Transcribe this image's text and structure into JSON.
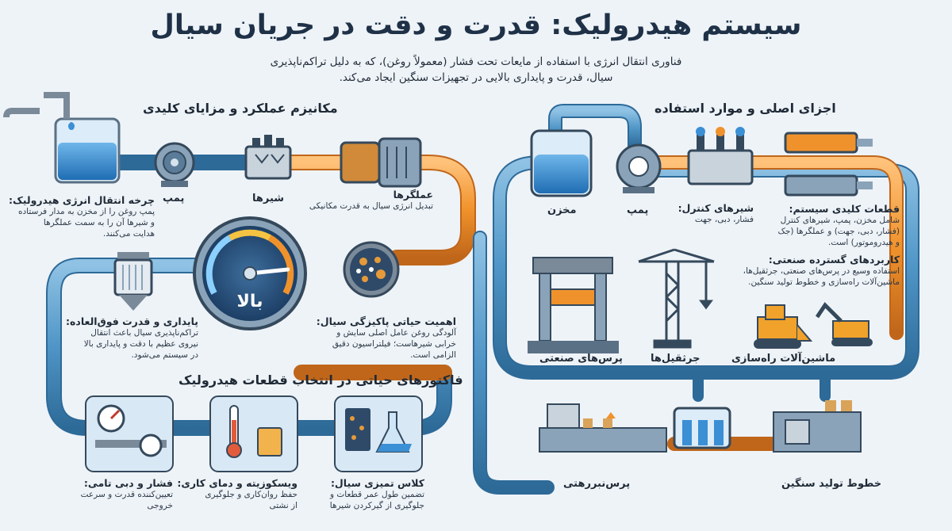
{
  "title": "سیستم هیدرولیک: قدرت و دقت در جریان سیال",
  "subtitle": {
    "line1": "فناوری انتقال انرژی با استفاده از مایعات تحت فشار (معمولاً روغن)، که به دلیل تراکم‌ناپذیری",
    "line2": "سیال، قدرت و پایداری بالایی در تجهیزات سنگین ایجاد می‌کند."
  },
  "sections": {
    "mechanism": "مکانیزم عملکرد و مزایای کلیدی",
    "components": "اجزای اصلی و موارد استفاده",
    "factors": "فاکتورهای حیاتی در انتخاب قطعات هیدرولیک"
  },
  "left_chain": {
    "pump": "پمپ",
    "valves": "شیرها",
    "actuators": {
      "title": "عملگرها",
      "desc": "تبدیل انرژی سیال به قدرت مکانیکی"
    }
  },
  "cycle": {
    "title": "چرخه انتقال انرژی هیدرولیک:",
    "lines": [
      "پمپ روغن را از مخزن به مدار فرستاده",
      "و شیرها آن را به سمت عملگرها",
      "هدایت می‌کنند."
    ]
  },
  "gauge": {
    "text": "بالا",
    "level": 0.85
  },
  "stability": {
    "title": "پایداری و قدرت فوق‌العاده:",
    "lines": [
      "تراکم‌ناپذیری سیال باعث انتقال",
      "نیروی عظیم با دقت و پایداری بالا",
      "در سیستم می‌شود."
    ]
  },
  "cleanliness": {
    "title": "اهمیت حیاتی پاکیزگی سیال:",
    "lines": [
      "آلودگی روغن عامل اصلی سایش و",
      "خرابی شیرهاست؛ فیلتراسیون دقیق",
      "الزامی است."
    ]
  },
  "factors": [
    {
      "title": "فشار و دبی تامی:",
      "lines": [
        "تعیین‌کننده قدرت و سرعت",
        "خروجی"
      ]
    },
    {
      "title": "ویسکوزیته و دمای کاری:",
      "lines": [
        "حفظ روان‌کاری و جلوگیری",
        "از نشتی"
      ]
    },
    {
      "title": "کلاس تمیزی سیال:",
      "lines": [
        "تضمین طول عمر قطعات و",
        "جلوگیری از گیرکردن شیرها"
      ]
    }
  ],
  "right_chain": {
    "tank": "مخزن",
    "pump": "پمپ",
    "control_valves": {
      "title": "شیرهای کنترل:",
      "desc": "فشار، دبی، جهت"
    }
  },
  "key_parts": {
    "title": "قطعات کلیدی سیستم:",
    "lines": [
      "شامل مخزن، پمپ، شیرهای کنترل",
      "(فشار، دبی، جهت) و عملگرها (جک",
      "و هیدروموتور) است."
    ]
  },
  "industrial": {
    "title": "کاربردهای گسترده صنعتی:",
    "lines": [
      "استفاده وسیع در پرس‌های صنعتی، جرثقیل‌ها،",
      "ماشین‌آلات راه‌سازی و خطوط تولید سنگین."
    ]
  },
  "applications": {
    "presses": "پرس‌های صنعتی",
    "cranes": "جرثقیل‌ها",
    "road": "ماشین‌آلات راه‌سازی",
    "press_line": "پرس‌نبررهتی",
    "heavy": "خطوط تولید سنگین"
  },
  "colors": {
    "title": "#1f3147",
    "pipe_blue": "#4f95c6",
    "pipe_orange": "#f0922b",
    "fluid": "#3b8fd4",
    "steel": "#7b8a99"
  }
}
